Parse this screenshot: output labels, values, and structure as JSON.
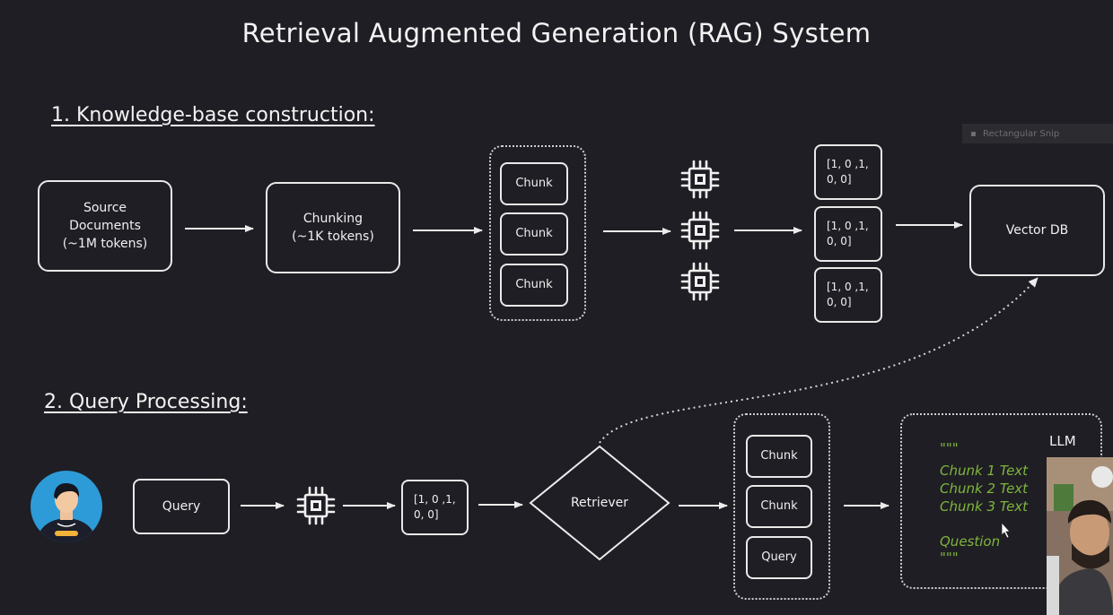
{
  "title": "Retrieval Augmented Generation (RAG) System",
  "section1": {
    "heading": "1. Knowledge-base construction:"
  },
  "section2": {
    "heading": "2. Query Processing:"
  },
  "kb": {
    "source": "Source\nDocuments\n(~1M tokens)",
    "chunking": "Chunking\n(~1K tokens)",
    "chunks": [
      "Chunk",
      "Chunk",
      "Chunk"
    ],
    "vectors": [
      "[1, 0 ,1,\n0, 0]",
      "[1, 0 ,1,\n0, 0]",
      "[1, 0 ,1,\n0, 0]"
    ],
    "vector_db": "Vector DB"
  },
  "query": {
    "query_label": "Query",
    "vector": "[1, 0 ,1,\n0, 0]",
    "retriever": "Retriever",
    "context": [
      "Chunk",
      "Chunk",
      "Query"
    ]
  },
  "llm": {
    "label": "LLM",
    "open_marker": "\"\"\"",
    "lines": [
      "Chunk 1 Text",
      "Chunk 2 Text",
      "Chunk 3 Text"
    ],
    "question": "Question",
    "close_marker": "\"\"\""
  },
  "snip_tooltip": "Rectangular Snip",
  "icons": {
    "embedding": "chip-icon",
    "user": "user-avatar-icon",
    "webcam": "presenter-webcam"
  },
  "colors": {
    "background": "#1f1e24",
    "stroke": "#e9e9e9",
    "llm_text": "#7fb63c",
    "avatar_bg": "#2d9bd8"
  }
}
